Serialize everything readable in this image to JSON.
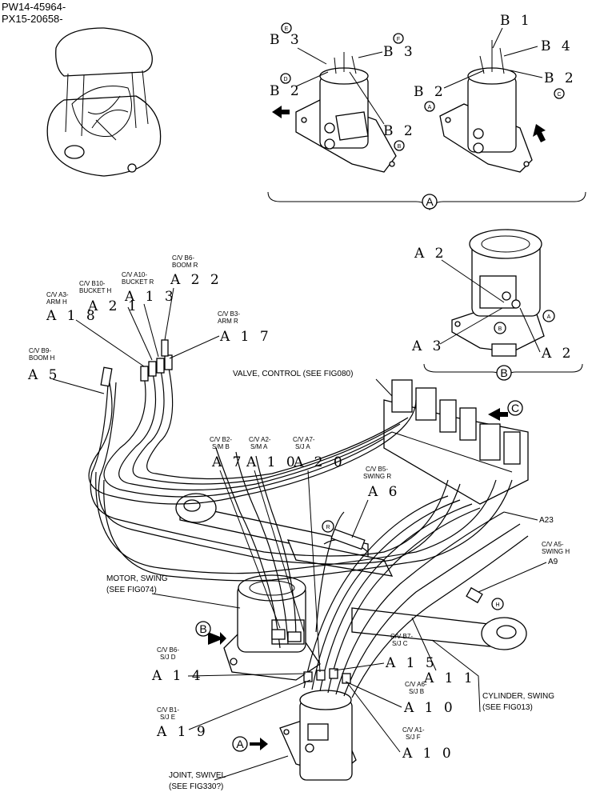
{
  "header": {
    "line1": "PW14-45964-",
    "line2": "PX15-20658-"
  },
  "callouts": {
    "valve_control": "VALVE, CONTROL (SEE FIG080)",
    "motor_swing_1": "MOTOR, SWING",
    "motor_swing_2": "(SEE FIG074)",
    "cylinder_swing_1": "CYLINDER, SWING",
    "cylinder_swing_2": "(SEE FIG013)",
    "joint_swivel_1": "JOINT, SWIVEL",
    "joint_swivel_2": "(SEE FIG330?)"
  },
  "view_labels": {
    "A": "A",
    "B": "B",
    "C": "C",
    "R": "R",
    "H": "H"
  },
  "detailA": {
    "refs": [
      "B 3",
      "B 2",
      "B 3",
      "B 2",
      "B 1",
      "B 4",
      "B 2",
      "B 2"
    ],
    "circles": [
      "E",
      "F",
      "D",
      "B",
      "A",
      "C"
    ]
  },
  "detailB": {
    "refs": [
      "A 2",
      "A 3",
      "A 2"
    ],
    "circles": [
      "B",
      "A"
    ]
  },
  "ports": {
    "b9": [
      "C/V B9-",
      "BOOM H"
    ],
    "a3": [
      "C/V A3-",
      "ARM H"
    ],
    "b10": [
      "C/V B10-",
      "BUCKET H"
    ],
    "a10": [
      "C/V A10-",
      "BUCKET R"
    ],
    "b6": [
      "C/V B6-",
      "BOOM R"
    ],
    "b3": [
      "C/V B3-",
      "ARM R"
    ],
    "b2": [
      "C/V B2-",
      "S/M B"
    ],
    "a2": [
      "C/V A2-",
      "S/M A"
    ],
    "a7": [
      "C/V A7-",
      "S/J A"
    ],
    "b5": [
      "C/V B5-",
      "SWING R"
    ],
    "a5": [
      "C/V A5-",
      "SWING H"
    ],
    "b6d": [
      "C/V B6-",
      "S/J D"
    ],
    "b7": [
      "C/V B7-",
      "S/J C"
    ],
    "a6": [
      "C/V A6-",
      "S/J B"
    ],
    "b1": [
      "C/V B1-",
      "S/J E"
    ],
    "a1": [
      "C/V A1-",
      "S/J F"
    ]
  },
  "refs": {
    "a22": "A 2 2",
    "a13": "A 1 3",
    "a21": "A 2 1",
    "a18": "A 1 8",
    "a17": "A 1 7",
    "a5": "A 5",
    "a7": "A 7",
    "a10m": "A 1 0",
    "a20": "A 2 0",
    "a6": "A 6",
    "a23": "A23",
    "a9": "A9",
    "a15": "A 1 5",
    "a14": "A 1 4",
    "a11": "A 1 1",
    "a10b": "A 1 0",
    "a19": "A 1 9",
    "a10c": "A 1 0"
  }
}
